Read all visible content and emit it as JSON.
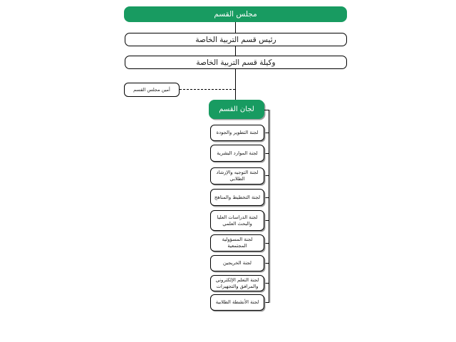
{
  "org": {
    "root": "مجلس القسم",
    "head": "رئيس قسم التربية الخاصة",
    "vice": "وكيلة قسم التربية الخاصة",
    "secretary": "أمين مجلس القسم",
    "committees_header": "لجان القسم",
    "committees": [
      "لجنة التطوير والجودة",
      "لجنة الموارد البشرية",
      "لجنة التوجيه والإرشاد الطلابي",
      "لجنة التخطيط والمناهج",
      "لجنة الدراسات العليا والبحث العلمي",
      "لجنة المسؤولية المجتمعية",
      "لجنة الخريجين",
      "لجنة التعلم الإلكتروني والمرافق والتجهيزات",
      "لجنة الأنشطة الطلابية"
    ]
  },
  "colors": {
    "green": "#189b61",
    "line": "#000000",
    "box_bg": "#ffffff",
    "page_bg": "#ffffff",
    "shadow": "#9e9e9e"
  }
}
